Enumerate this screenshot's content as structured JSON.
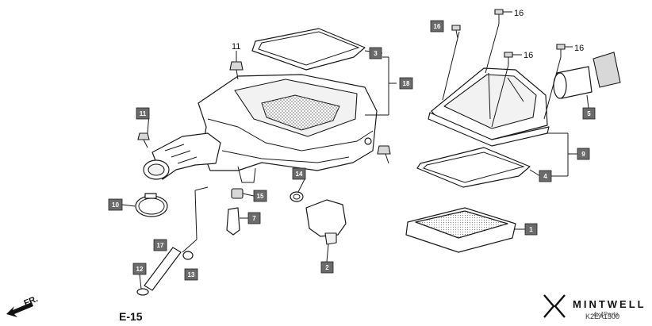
{
  "callouts": {
    "c1": "1",
    "c2": "2",
    "c3": "3",
    "c4": "4",
    "c5": "5",
    "c7": "7",
    "c9": "9",
    "c10": "10",
    "c11": "11",
    "c12": "12",
    "c13": "13",
    "c14": "14",
    "c15": "15",
    "c16": "16",
    "c17": "17",
    "c18": "18"
  },
  "plain_labels": {
    "bolt11": "11",
    "bolt16a": "16",
    "bolt16b": "16",
    "bolt16c": "16"
  },
  "reference": "E-15",
  "direction": "FR.",
  "brand": "MINTWELL",
  "diagram_code": "K2EA1500",
  "watermark": "4x4Parts",
  "colors": {
    "callout_bg": "#6b6b6b",
    "ink": "#1a1a1a"
  }
}
